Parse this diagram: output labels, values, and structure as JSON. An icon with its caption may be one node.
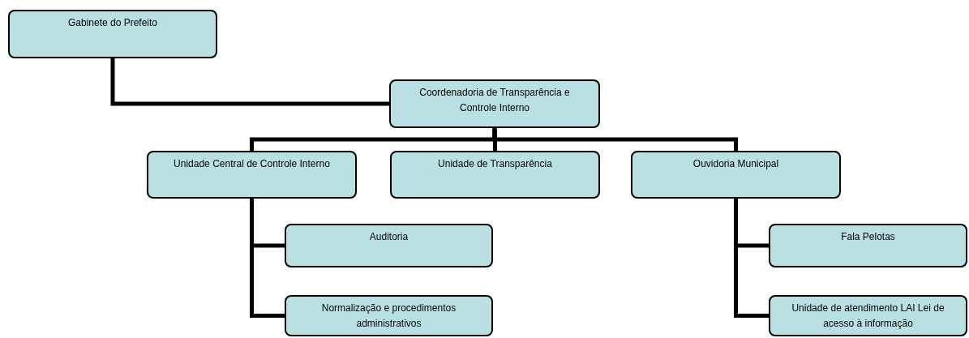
{
  "diagram": {
    "nodes": [
      {
        "text": [
          "Gabinete do Prefeito"
        ]
      },
      {
        "text": [
          "Coordenadoria de Transparência e Controle Interno"
        ]
      },
      {
        "text": [
          "Unidade Central de Controle Interno"
        ]
      },
      {
        "text": [
          "Unidade de Transparência"
        ]
      },
      {
        "text": [
          "Ouvidoria Municipal"
        ]
      },
      {
        "text": [
          "Auditoria"
        ]
      },
      {
        "text": [
          "Normalização e procedimentos administrativos"
        ]
      },
      {
        "text": [
          "Fala Pelotas"
        ]
      },
      {
        "text": [
          "Unidade de atendimento LAI  Lei de acesso à informação"
        ]
      }
    ],
    "edges": [
      {
        "from": 0,
        "to": 1,
        "arrow": "none"
      },
      {
        "from": 1,
        "to": 2,
        "arrow": "none"
      },
      {
        "from": 1,
        "to": 3,
        "arrow": "none"
      },
      {
        "from": 1,
        "to": 4,
        "arrow": "none"
      },
      {
        "from": 2,
        "to": 5,
        "arrow": "none"
      },
      {
        "from": 2,
        "to": 6,
        "arrow": "none"
      },
      {
        "from": 4,
        "to": 7,
        "arrow": "none"
      },
      {
        "from": 4,
        "to": 8,
        "arrow": "none"
      }
    ]
  }
}
